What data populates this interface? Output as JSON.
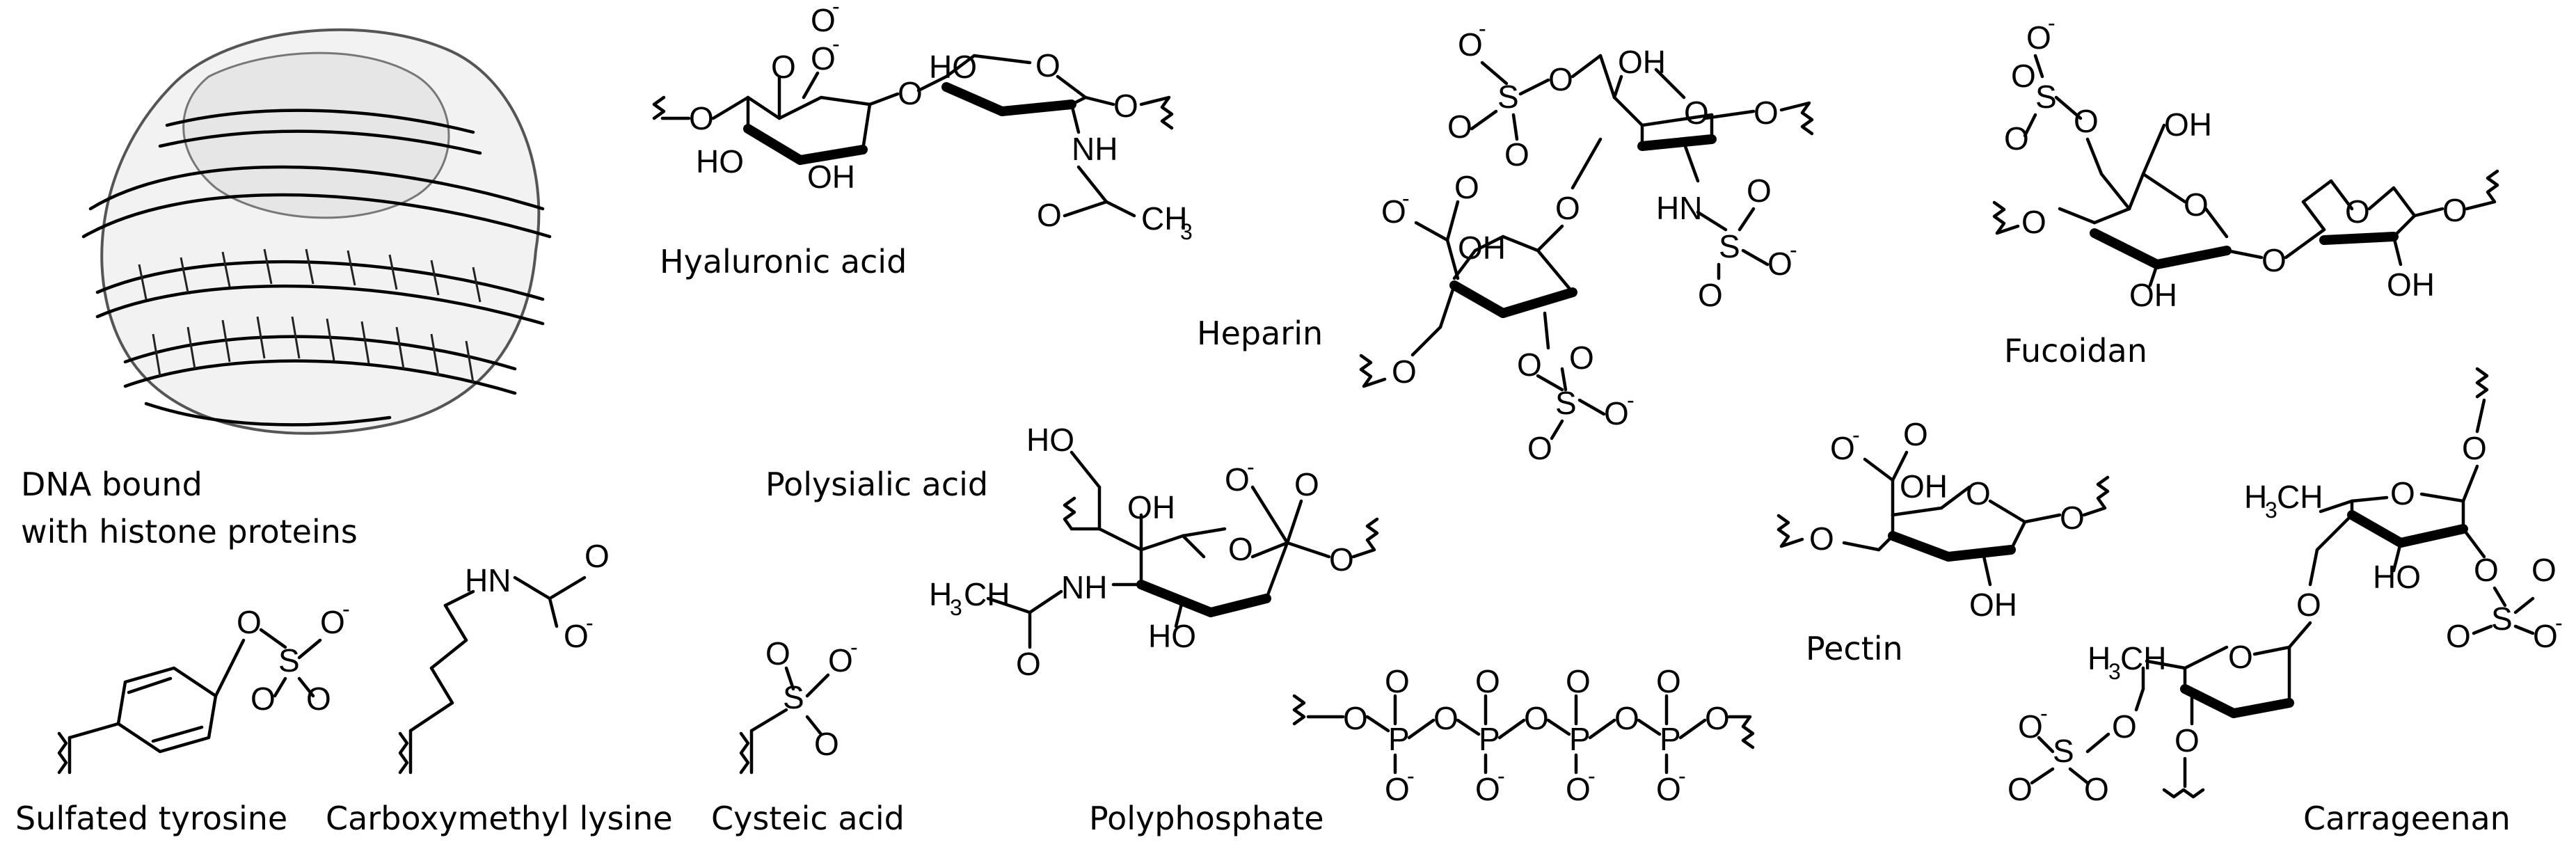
{
  "names": {
    "dna": [
      "DNA bound",
      "with histone proteins"
    ],
    "hyaluronic": "Hyaluronic acid",
    "heparin": "Heparin",
    "fucoidan": "Fucoidan",
    "polysialic": "Polysialic acid",
    "pectin": "Pectin",
    "sulfated_tyrosine": "Sulfated tyrosine",
    "carboxymethyl_lysine": "Carboxymethyl lysine",
    "cysteic": "Cysteic acid",
    "polyphosphate": "Polyphosphate",
    "carrageenan": "Carrageenan"
  },
  "atoms": {
    "O": "O",
    "OH": "OH",
    "HO": "HO",
    "S": "S",
    "P": "P",
    "NH": "NH",
    "HN": "HN",
    "CH3": "CH",
    "H3C": "H",
    "sub3": "3",
    "minus": "-"
  }
}
